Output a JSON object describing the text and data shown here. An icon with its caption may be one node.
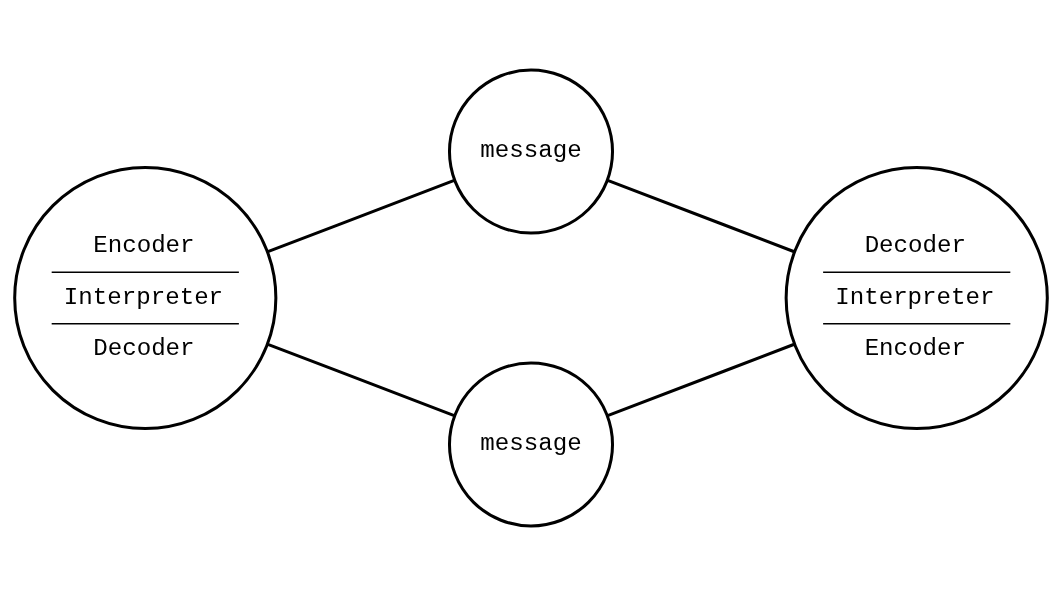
{
  "diagram": {
    "nodes": [
      {
        "text": [
          "Encoder",
          "Interpreter",
          "Decoder"
        ]
      },
      {
        "text": [
          "message"
        ]
      },
      {
        "text": [
          "Decoder",
          "Interpreter",
          "Encoder"
        ]
      },
      {
        "text": [
          "message"
        ]
      }
    ],
    "edges": [
      {
        "from": 0,
        "to": 1,
        "arrow": "none"
      },
      {
        "from": 1,
        "to": 2,
        "arrow": "none"
      },
      {
        "from": 0,
        "to": 3,
        "arrow": "none"
      },
      {
        "from": 3,
        "to": 2,
        "arrow": "none"
      }
    ]
  }
}
